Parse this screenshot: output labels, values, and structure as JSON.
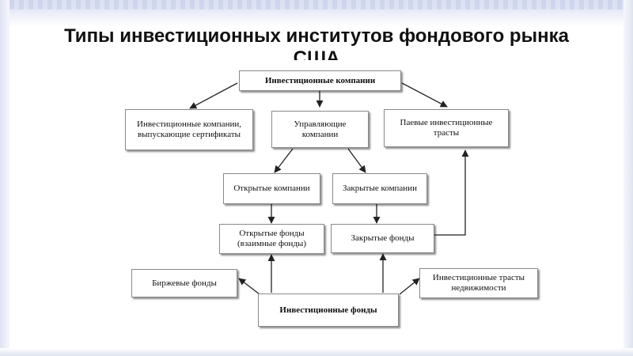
{
  "slide": {
    "title": "Типы инвестиционных институтов фондового рынка США"
  },
  "diagram": {
    "investment_companies": "Инвестиционные компании",
    "certificate_companies": "Инвестиционные компании, выпускающие сертификаты",
    "management_companies": "Управляющие компании",
    "unit_trusts": "Паевые инвестиционные трасты",
    "open_companies": "Открытые компании",
    "closed_companies": "Закрытые компании",
    "open_funds": "Открытые фонды (взаимные фонды)",
    "closed_funds": "Закрытые фонды",
    "exchange_funds": "Биржевые фонды",
    "real_estate_trusts": "Инвестиционные трасты недвижимости",
    "investment_funds": "Инвестиционные фонды"
  },
  "colors": {
    "line": "#222222",
    "border": "#8a8a8a"
  }
}
